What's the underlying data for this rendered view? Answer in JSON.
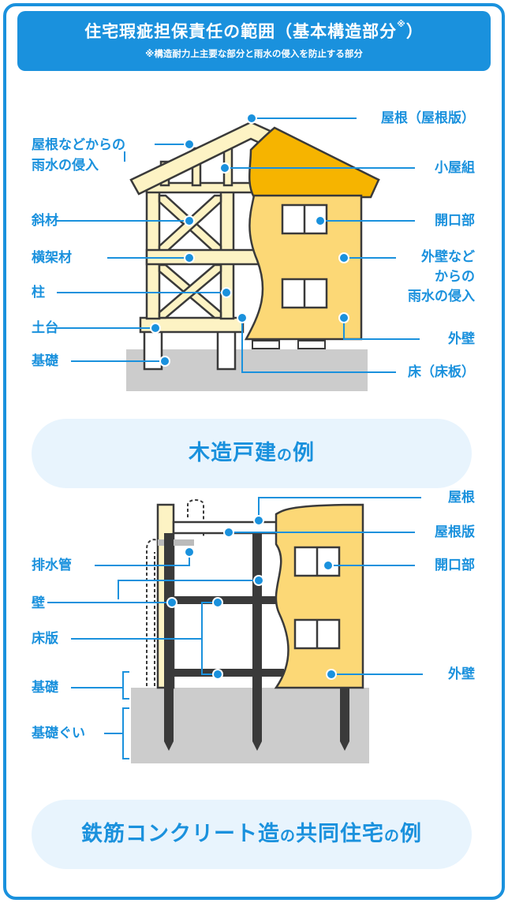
{
  "header": {
    "title": "住宅瑕疵担保責任の範囲（基本構造部分",
    "title_mark": "※",
    "title_close": "）",
    "subtitle": "※構造耐力上主要な部分と雨水の侵入を防止する部分"
  },
  "wooden": {
    "labels_left": {
      "rain_roof_1": "屋根などからの",
      "rain_roof_2": "雨水の侵入",
      "brace": "斜材",
      "beam": "横架材",
      "pillar": "柱",
      "sill": "土台",
      "foundation": "基礎"
    },
    "labels_right": {
      "roof": "屋根（屋根版）",
      "truss": "小屋組",
      "opening": "開口部",
      "rain_wall_1": "外壁など",
      "rain_wall_2": "からの",
      "rain_wall_3": "雨水の侵入",
      "exterior_wall": "外壁",
      "floor": "床（床板）"
    },
    "caption_main": "木造戸建",
    "caption_particle": "の",
    "caption_end": "例"
  },
  "rc": {
    "labels_left": {
      "drain_pipe": "排水管",
      "wall": "壁",
      "floor_slab": "床版",
      "foundation": "基礎",
      "pile": "基礎ぐい"
    },
    "labels_right": {
      "roof": "屋根",
      "roof_slab": "屋根版",
      "opening": "開口部",
      "exterior_wall": "外壁"
    },
    "caption_main": "鉄筋コンクリート造",
    "caption_particle": "の",
    "caption_mid": "共同住宅",
    "caption_particle2": "の",
    "caption_end": "例"
  },
  "colors": {
    "accent": "#1a91dd",
    "wood": "#fdf3c4",
    "wall": "#fcd876",
    "roof": "#f6b400",
    "ground": "#cccccc",
    "outline": "#3a3a3a"
  }
}
